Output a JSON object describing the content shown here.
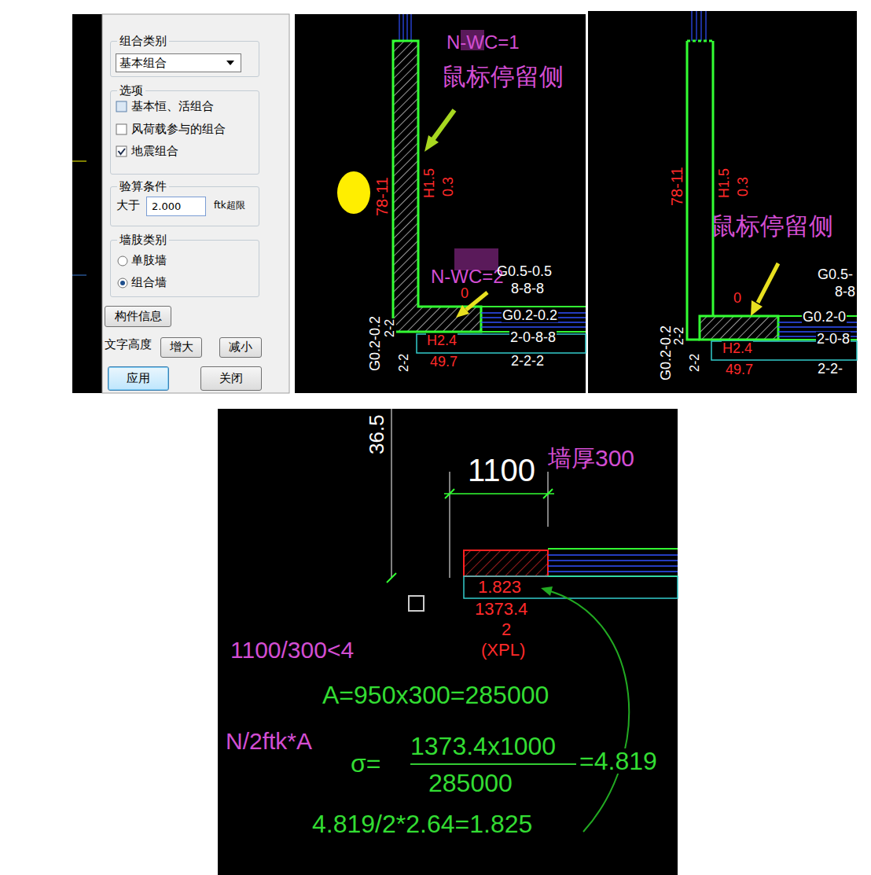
{
  "diagram": {
    "nodes": [
      {
        "text": [
          "组合类别"
        ]
      },
      {
        "text": [
          "基本组合"
        ],
        "in": 0
      },
      {
        "text": [
          "选项",
          "基本恒、活组合",
          "风荷载参与的组合",
          "地震组合"
        ]
      },
      {
        "text": [
          "验算条件",
          "大于",
          "ftk超限"
        ]
      },
      {
        "text": [
          "2.000"
        ],
        "in": 3
      },
      {
        "text": [
          "墙肢类别",
          "单肢墙",
          "组合墙"
        ]
      },
      {
        "text": [
          "构件信息"
        ]
      },
      {
        "text": [
          "增大"
        ]
      },
      {
        "text": [
          "减小"
        ]
      },
      {
        "text": [
          "应用"
        ]
      },
      {
        "text": [
          "关闭"
        ]
      }
    ],
    "labels": [
      "N-WC=1",
      "鼠标停留侧",
      "78-11",
      "H1.5",
      "0.3",
      "N-WC=2",
      "0",
      "G0.5-0.5",
      "8-8-8",
      "G0.2-0.2",
      "2-0-8-8",
      "2-2-2",
      "H2.4",
      "49.7",
      "G0.2-0.2",
      "2-2",
      "2-2",
      "78-11",
      "H1.5",
      "0.3",
      "鼠标停留侧",
      "0",
      "G0.5-",
      "8-8",
      "G0.2-0",
      "2-0-8",
      "2-2-",
      "G0.2-0.2",
      "2-2",
      "2-2",
      "H2.4",
      "49.7",
      "36.5",
      "1100",
      "墙厚300",
      "1.823",
      "1373.4",
      "2",
      "(XPL)",
      "1100/300<4",
      "A=950x300=285000",
      "N/2ftk*A",
      "σ=",
      "1373.4x1000",
      "285000",
      "=4.819",
      "4.819/2*2.64=1.825",
      "文字高度"
    ]
  }
}
